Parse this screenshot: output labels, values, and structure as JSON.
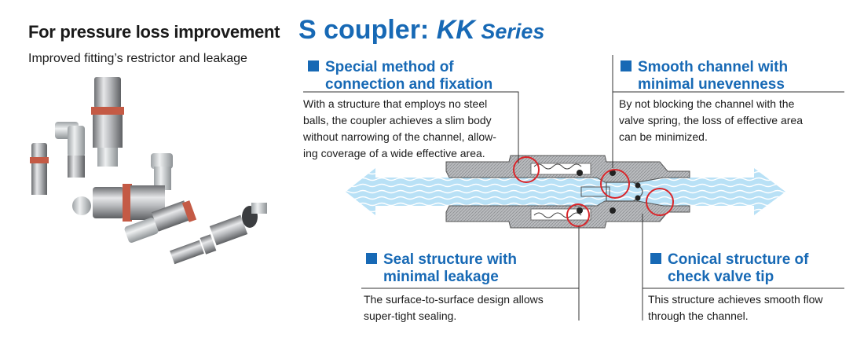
{
  "header": {
    "prefix": "For pressure loss improvement",
    "product_a": "S coupler: ",
    "product_b": "KK",
    "product_c": " Series",
    "subtitle": "Improved fitting’s restrictor and leakage"
  },
  "features": {
    "connection": {
      "title_line1": "Special method of",
      "title_line2": "connection and fixation",
      "desc_line1": "With a structure that employs no steel",
      "desc_line2": "balls, the coupler achieves a slim body",
      "desc_line3": "without narrowing of the channel, allow-",
      "desc_line4": "ing coverage of a wide effective area."
    },
    "channel": {
      "title_line1": "Smooth channel with",
      "title_line2": "minimal unevenness",
      "desc_line1": "By not blocking the channel with the",
      "desc_line2": "valve spring, the loss of effective area",
      "desc_line3": "can be minimized."
    },
    "seal": {
      "title_line1": "Seal structure with",
      "title_line2": "minimal leakage",
      "desc_line1": "The surface-to-surface design allows",
      "desc_line2": "super-tight sealing."
    },
    "conical": {
      "title_line1": "Conical structure of",
      "title_line2": "check valve tip",
      "desc_line1": "This structure achieves smooth flow",
      "desc_line2": "through the channel."
    }
  },
  "colors": {
    "brand_blue": "#1769b5",
    "flow_blue": "#a9d7f2",
    "highlight_red": "#d9262b",
    "metal_gray": "#8d8f92"
  }
}
